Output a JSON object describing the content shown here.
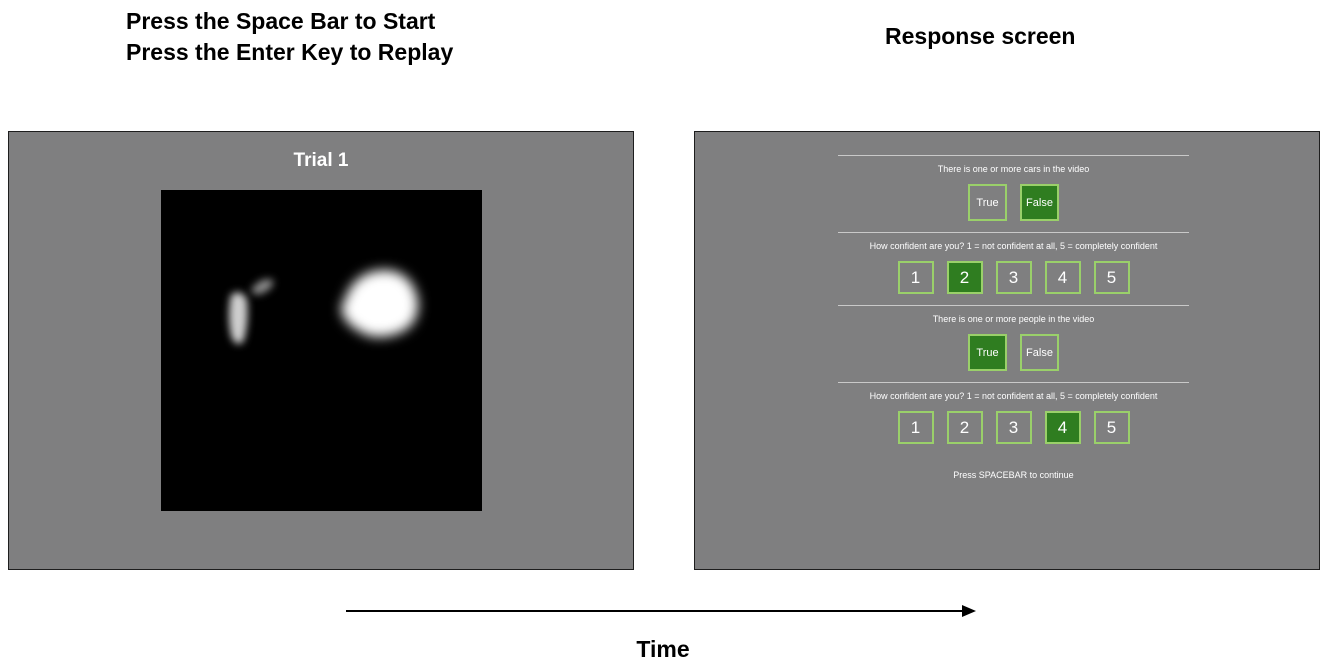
{
  "left_heading": {
    "line1": "Press the Space Bar to Start",
    "line2": "Press the Enter Key to Replay"
  },
  "right_heading": "Response screen",
  "trial_title": "Trial 1",
  "response": {
    "q1": {
      "text": "There is one or more cars in the video",
      "options": [
        "True",
        "False"
      ],
      "selected": "False"
    },
    "c1": {
      "text": "How confident are you? 1 = not confident at all, 5 = completely confident",
      "options": [
        "1",
        "2",
        "3",
        "4",
        "5"
      ],
      "selected": "2"
    },
    "q2": {
      "text": "There is one or more people in the video",
      "options": [
        "True",
        "False"
      ],
      "selected": "True"
    },
    "c2": {
      "text": "How confident are you? 1 = not confident at all, 5 = completely confident",
      "options": [
        "1",
        "2",
        "3",
        "4",
        "5"
      ],
      "selected": "4"
    },
    "continue_text": "Press SPACEBAR to continue"
  },
  "time_label": "Time",
  "colors": {
    "panel": "#7f7f80",
    "selected": "#2f7d20",
    "outline": "#9ad06a"
  }
}
